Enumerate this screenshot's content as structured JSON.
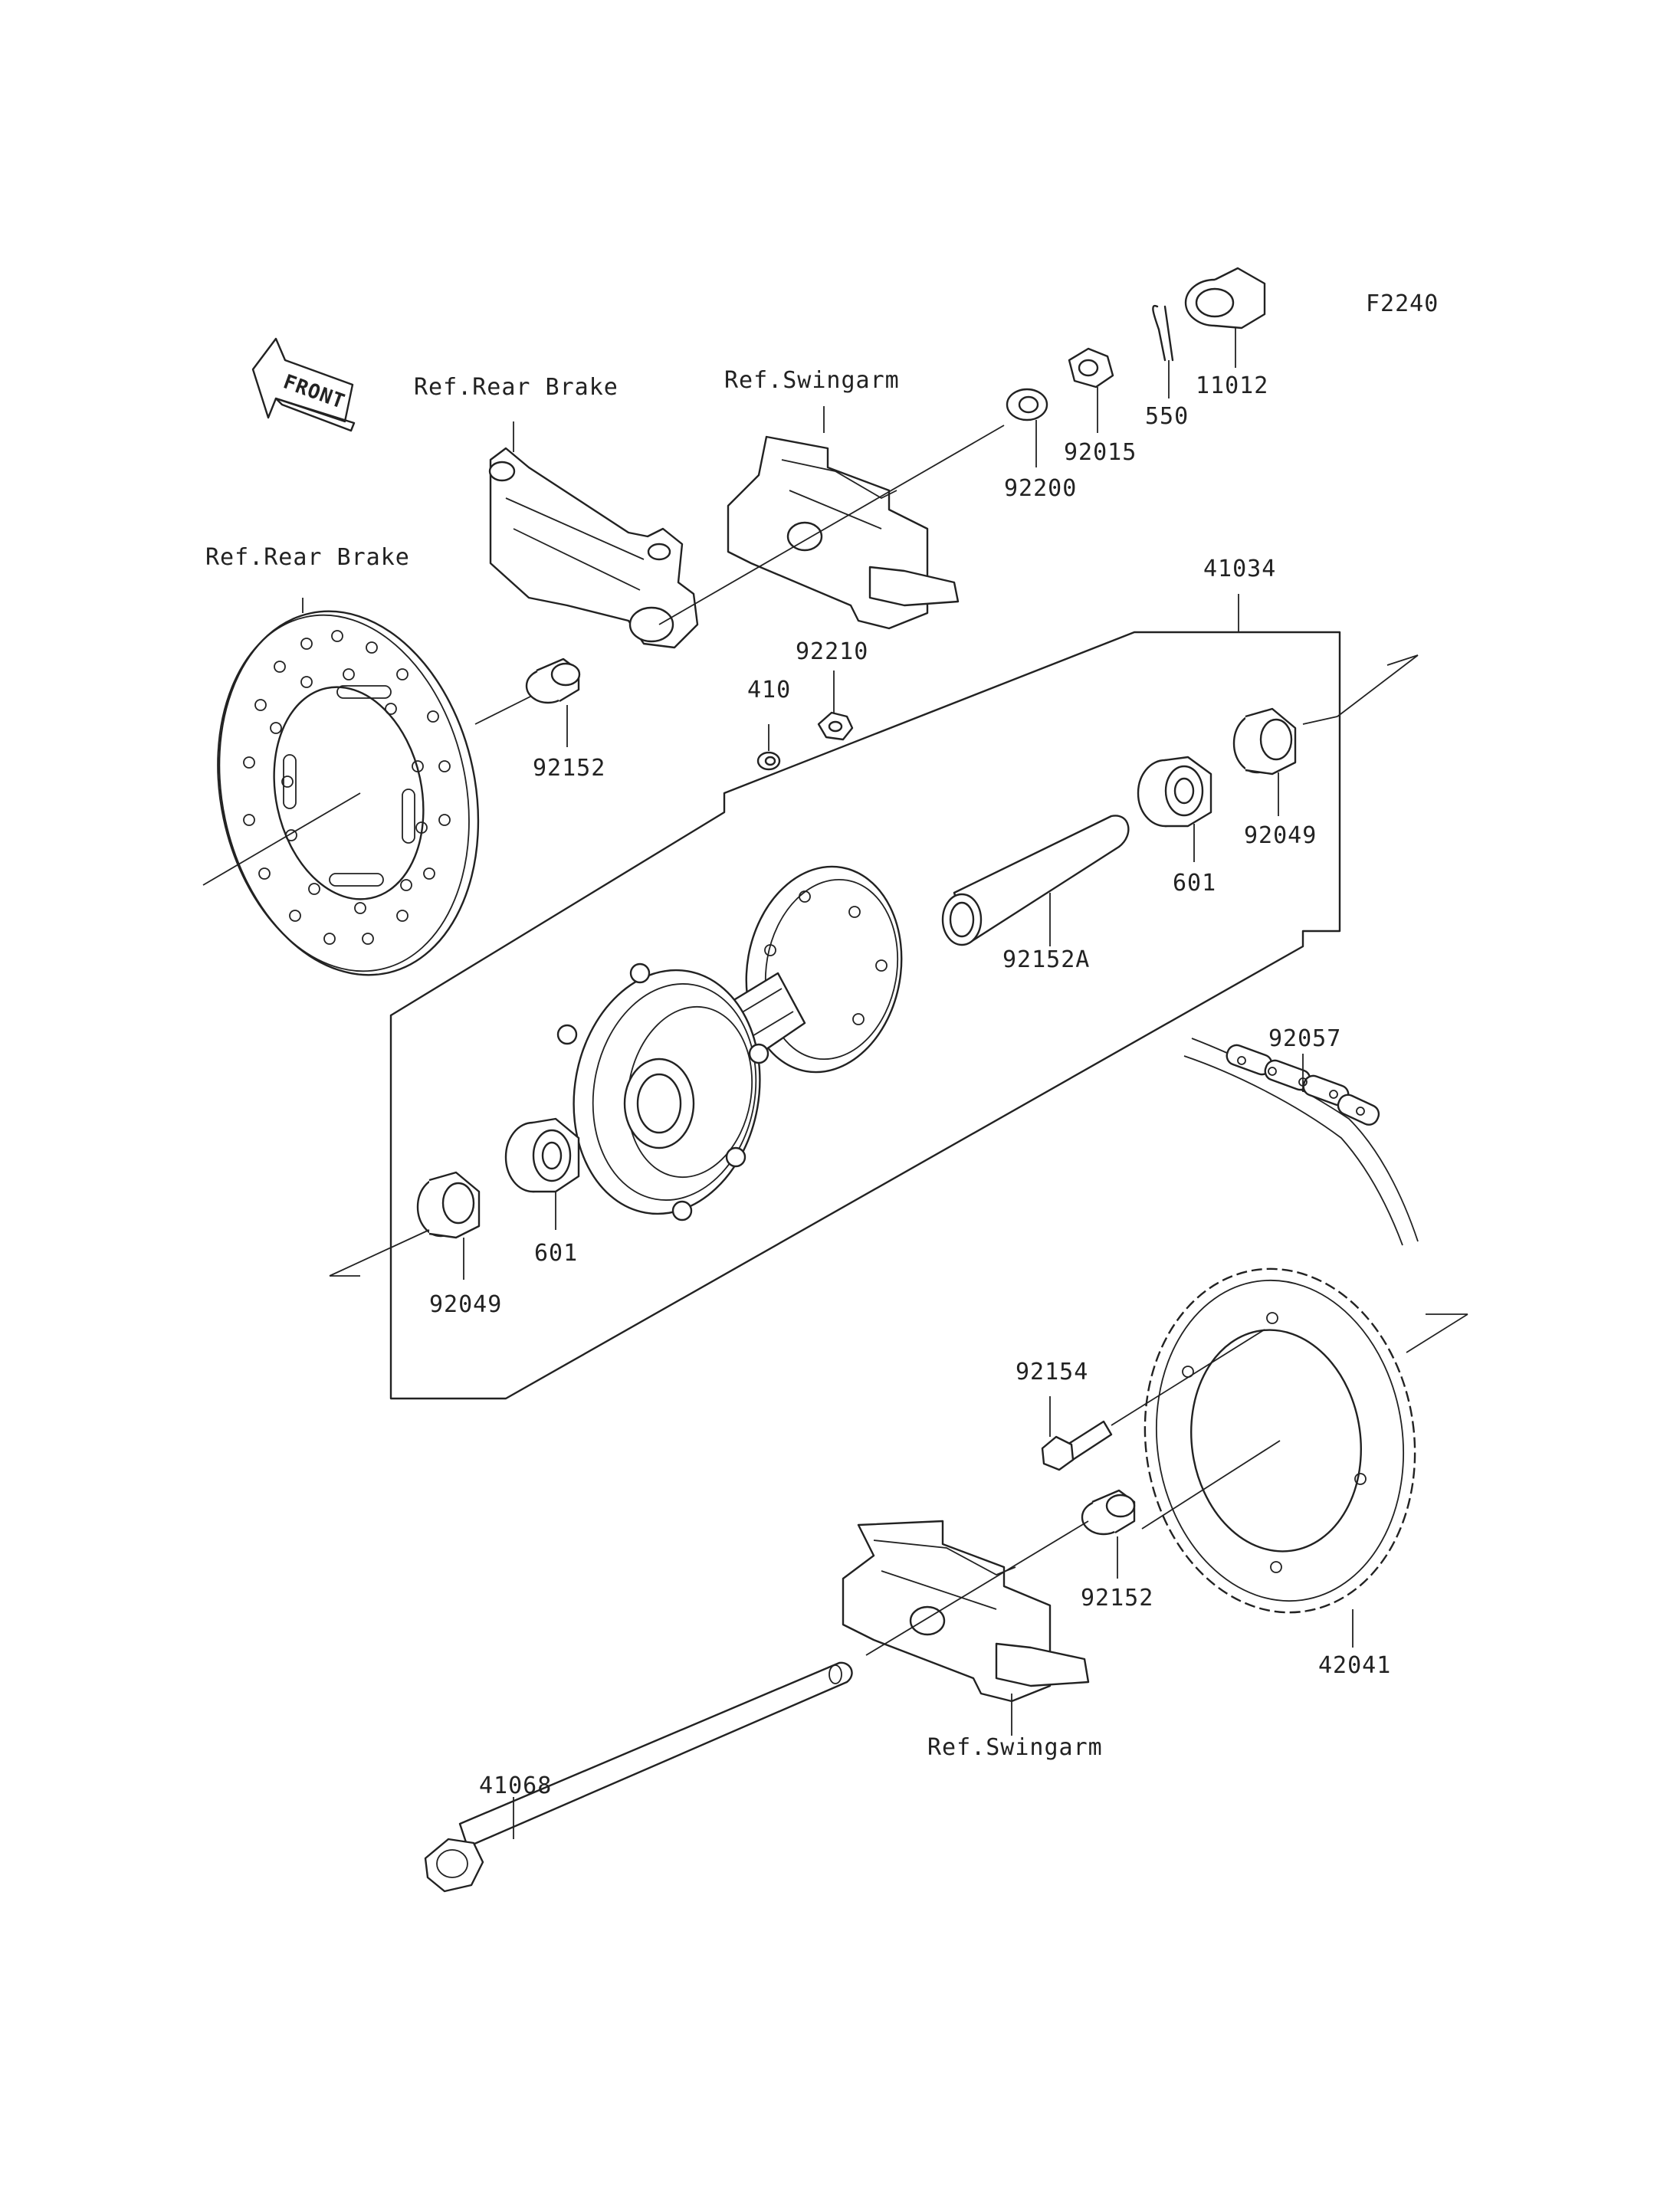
{
  "figure_code": "F2240",
  "front_label": "FRONT",
  "labels": {
    "ref_rear_brake_top": "Ref.Rear Brake",
    "ref_swingarm_top": "Ref.Swingarm",
    "ref_rear_brake_disc": "Ref.Rear Brake",
    "ref_swingarm_bottom": "Ref.Swingarm",
    "p11012": "11012",
    "p550": "550",
    "p92015": "92015",
    "p92200": "92200",
    "p41034": "41034",
    "p92210": "92210",
    "p410": "410",
    "p92152_top": "92152",
    "p92049_right": "92049",
    "p601_right": "601",
    "p92152A": "92152A",
    "p92057": "92057",
    "p601_left": "601",
    "p92049_left": "92049",
    "p92154": "92154",
    "p92152_bottom": "92152",
    "p42041": "42041",
    "p41068": "41068"
  }
}
